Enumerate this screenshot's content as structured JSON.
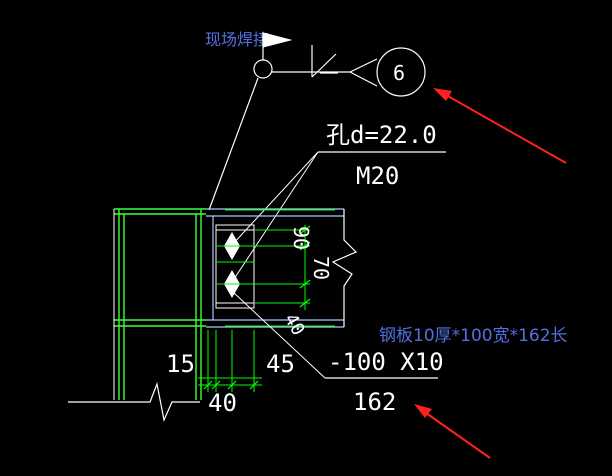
{
  "notes": {
    "field_weld": "现场焊接",
    "steel_plate": "钢板10厚*100宽*162长"
  },
  "weld_symbol": {
    "circle_number": "6"
  },
  "bolt_callout": {
    "hole_diameter": "孔d=22.0",
    "bolt_spec": "M20"
  },
  "plate_callout": {
    "section": "-100 X10",
    "length": "162"
  },
  "dimensions": {
    "d15": "15",
    "d45": "45",
    "d40": "40",
    "d90": "90",
    "d70": "70",
    "d40b": "40"
  },
  "colors": {
    "background": "#000000",
    "line_white": "#ffffff",
    "column_green": "#3cff3c",
    "dim_green": "#00ff00",
    "bolt_cyan": "#a8c8ff",
    "arrow_red": "#ff2020",
    "note_blue": "#5470e0"
  }
}
